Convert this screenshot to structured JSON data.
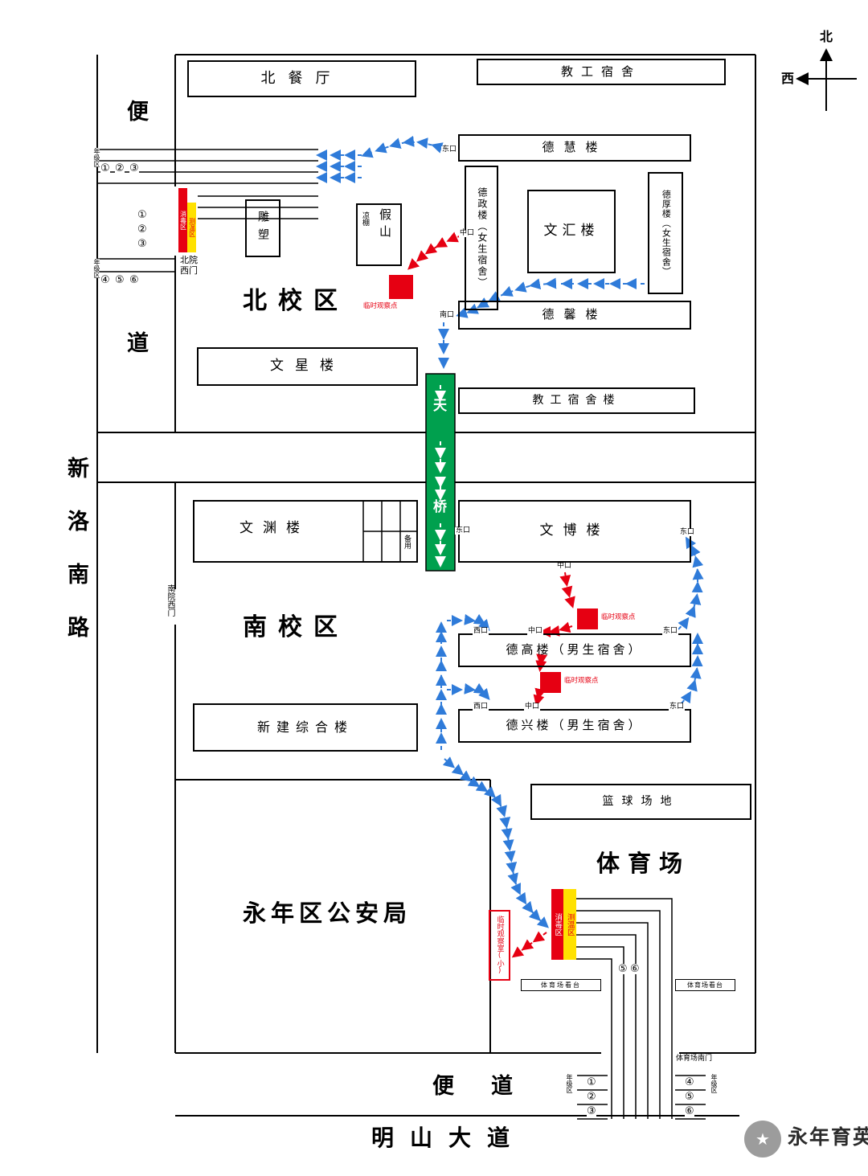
{
  "compass": {
    "north": "北",
    "west": "西"
  },
  "roads": {
    "left_char_top": "便",
    "left_char_bottom": "道",
    "xinluo": [
      "新",
      "洛",
      "南",
      "路"
    ],
    "bottom": "便道",
    "mingshan": "明山大道"
  },
  "areas": {
    "north_campus": "北校区",
    "south_campus": "南校区",
    "stadium": "体育场",
    "police": "永年区公安局"
  },
  "buildings": {
    "north_dining": "北餐厅",
    "staff_dorm_top": "教工宿舍",
    "dehui": "德慧楼",
    "dezheng": "德政楼（女生宿舍）",
    "wenhui": "文汇楼",
    "dehou": "德厚楼（女生宿舍）",
    "dexin_bldg": "德馨楼",
    "sculpture": "雕塑",
    "pavilion": "凉棚",
    "rockery": "假山",
    "wenxing": "文星楼",
    "staff_dorm_building": "教工宿舍楼",
    "bridge_char1": "天",
    "bridge_char2": "桥",
    "wenyuan": "文渊楼",
    "backup": "备用",
    "wenbo": "文博楼",
    "new_complex": "新建综合楼",
    "degao": "德高楼（男生宿舍）",
    "dexing": "德兴楼（男生宿舍）",
    "basketball": "篮球场地",
    "stand": "体育场看台"
  },
  "gates": {
    "north_west": "北院西门",
    "south_west": "南院西门",
    "stadium_south": "体育场南门",
    "east": "东口",
    "middle": "中口",
    "west": "西口",
    "south": "南口"
  },
  "markers": {
    "obs_point": "临时观察点",
    "obs_room": "临时观察室(小)",
    "disinfect": "消毒区",
    "temp": "测温区",
    "grade_zone": "年级区"
  },
  "numbers": {
    "n1": "①",
    "n2": "②",
    "n3": "③",
    "n4": "④",
    "n5": "⑤",
    "n6": "⑥"
  },
  "logo": {
    "school": "永年育英学校",
    "mark": "★"
  }
}
